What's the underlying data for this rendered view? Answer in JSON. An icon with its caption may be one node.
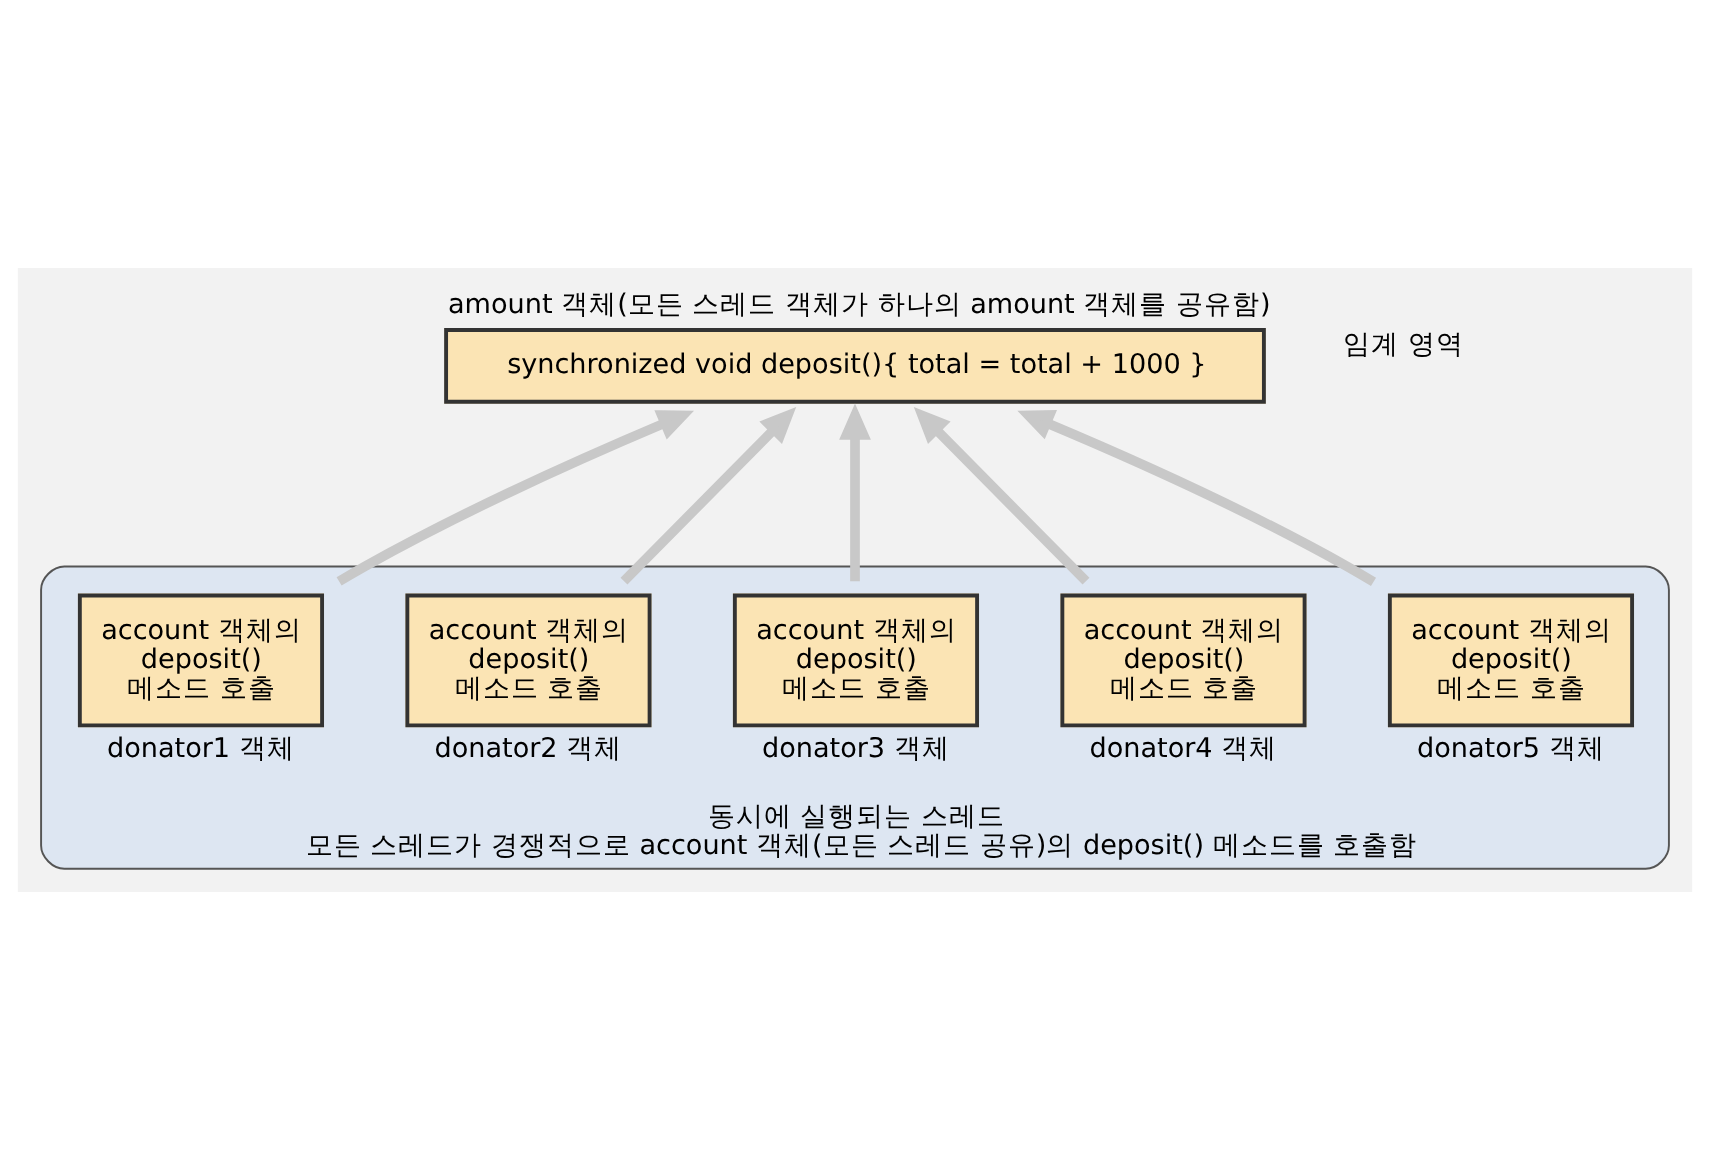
{
  "diagram": {
    "nodes": [
      {
        "text": [
          "amount 객체(모든 스레드 객체가 하나의 amount 객체를 공유함)",
          "synchronized void deposit(){ total = total + 1000 }"
        ]
      },
      {
        "text": [
          "동시에 실행되는 스레드",
          "모든 스레드가 경쟁적으로 account 객체(모든 스레드 공유)의 deposit() 메소드를 호출함"
        ]
      },
      {
        "text": [
          "account 객체의 deposit() 메소드 호출"
        ],
        "in": 1,
        "beside": [
          "donator1 객체"
        ]
      },
      {
        "text": [
          "account 객체의 deposit() 메소드 호출"
        ],
        "in": 1,
        "beside": [
          "donator2 객체"
        ]
      },
      {
        "text": [
          "account 객체의 deposit() 메소드 호출"
        ],
        "in": 1,
        "beside": [
          "donator3 객체"
        ]
      },
      {
        "text": [
          "account 객체의 deposit() 메소드 호출"
        ],
        "in": 1,
        "beside": [
          "donator4 객체"
        ]
      },
      {
        "text": [
          "account 객체의 deposit() 메소드 호출"
        ],
        "in": 1,
        "beside": [
          "donator5 객체"
        ]
      }
    ],
    "edges": [
      {
        "from": 2,
        "to": 0,
        "arrow": "to"
      },
      {
        "from": 3,
        "to": 0,
        "arrow": "to"
      },
      {
        "from": 4,
        "to": 0,
        "arrow": "to"
      },
      {
        "from": 5,
        "to": 0,
        "arrow": "to"
      },
      {
        "from": 6,
        "to": 0,
        "arrow": "to"
      }
    ],
    "labels": [
      "임계 영역"
    ]
  }
}
